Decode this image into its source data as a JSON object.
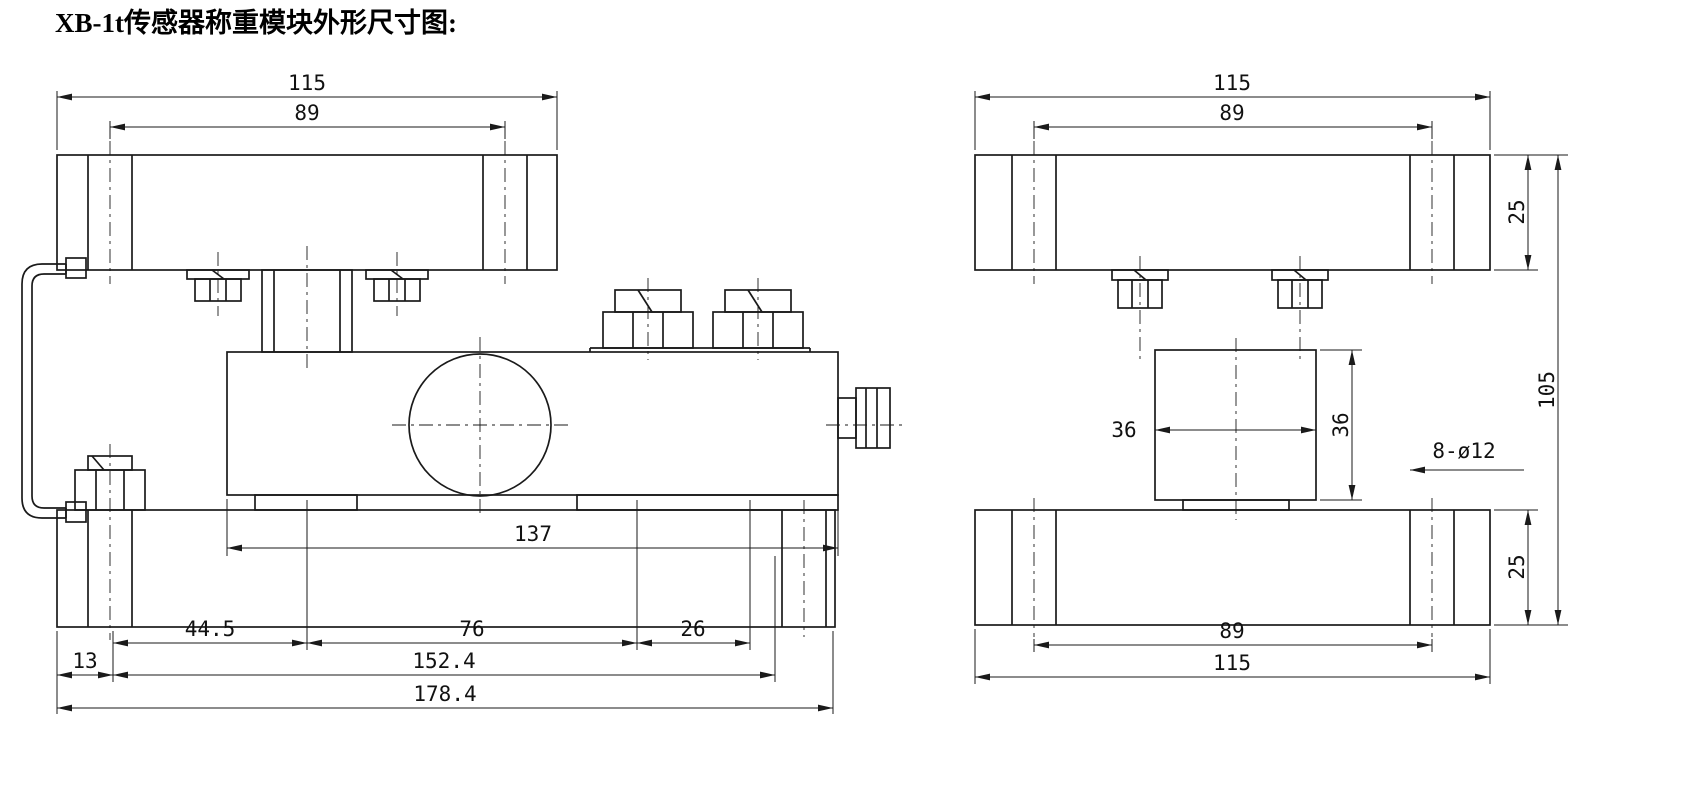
{
  "title": "XB-1t传感器称重模块外形尺寸图:",
  "front_view": {
    "dim_top_width": "115",
    "dim_top_holes": "89",
    "dim_body_length": "137",
    "dim_44_5": "44.5",
    "dim_76": "76",
    "dim_26": "26",
    "dim_152_4": "152.4",
    "dim_13": "13",
    "dim_178_4": "178.4"
  },
  "side_view": {
    "dim_top_width": "115",
    "dim_top_holes": "89",
    "dim_top_plate_thk": "25",
    "dim_total_height": "105",
    "dim_body_width": "36",
    "dim_body_height": "36",
    "hole_callout": "8-ø12",
    "dim_bottom_plate_thk": "25",
    "dim_bottom_holes": "89",
    "dim_bottom_width": "115"
  }
}
